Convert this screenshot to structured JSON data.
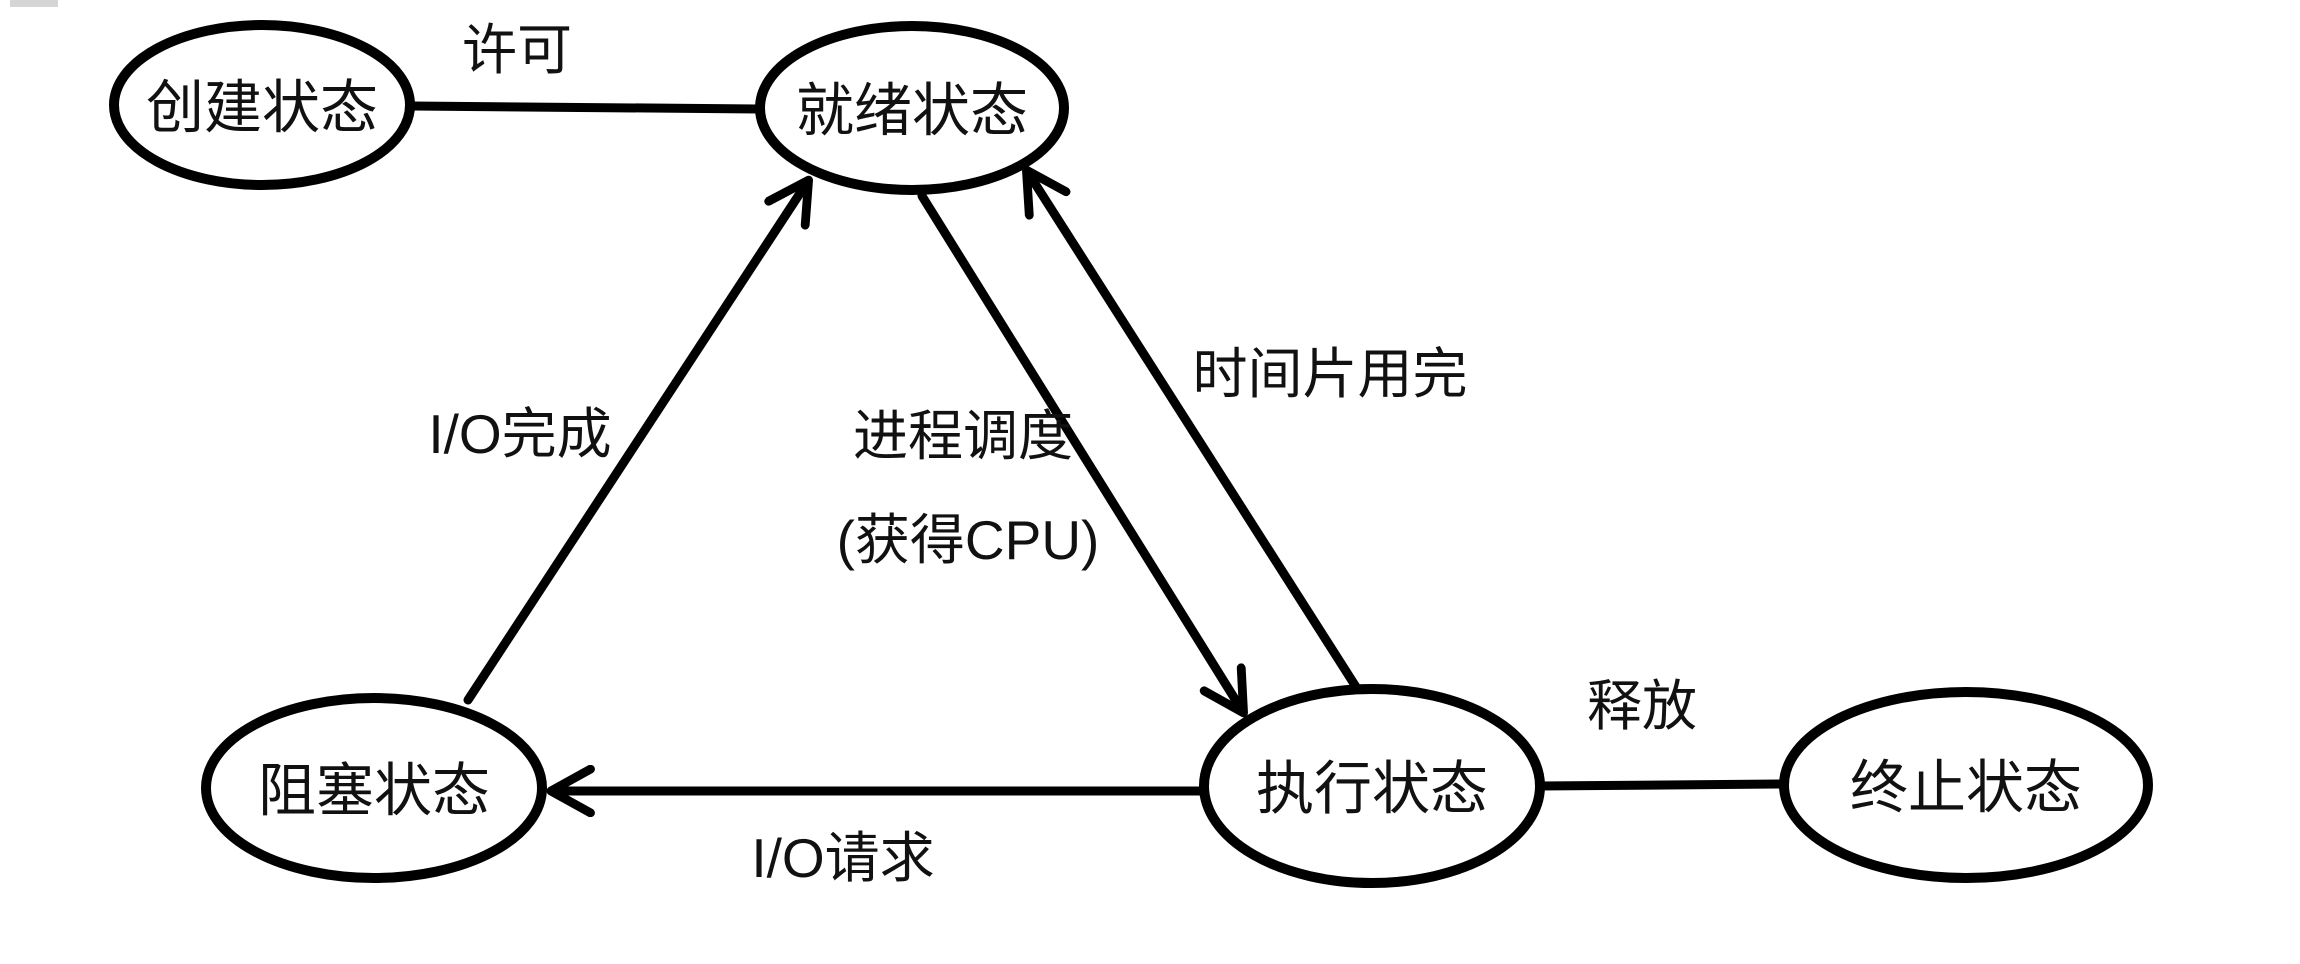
{
  "diagram": {
    "type": "process-state-transition-diagram",
    "language": "zh-CN",
    "background_color": "#ffffff",
    "stroke_color": "#000000",
    "text_color": "#111111",
    "nodes": [
      {
        "id": "created",
        "label": "创建状态"
      },
      {
        "id": "ready",
        "label": "就绪状态"
      },
      {
        "id": "blocked",
        "label": "阻塞状态"
      },
      {
        "id": "running",
        "label": "执行状态"
      },
      {
        "id": "terminated",
        "label": "终止状态"
      }
    ],
    "edges": [
      {
        "id": "admit",
        "from": "created",
        "to": "ready",
        "label": "许可",
        "arrow": false
      },
      {
        "id": "io-complete",
        "from": "blocked",
        "to": "ready",
        "label": "I/O完成",
        "arrow": true
      },
      {
        "id": "schedule",
        "from": "ready",
        "to": "running",
        "label": "进程调度",
        "label_line2": "(获得CPU)",
        "arrow": true
      },
      {
        "id": "timeslice",
        "from": "running",
        "to": "ready",
        "label": "时间片用完",
        "arrow": true
      },
      {
        "id": "io-request",
        "from": "running",
        "to": "blocked",
        "label": "I/O请求",
        "arrow": true
      },
      {
        "id": "release",
        "from": "running",
        "to": "terminated",
        "label": "释放",
        "arrow": false
      }
    ]
  }
}
